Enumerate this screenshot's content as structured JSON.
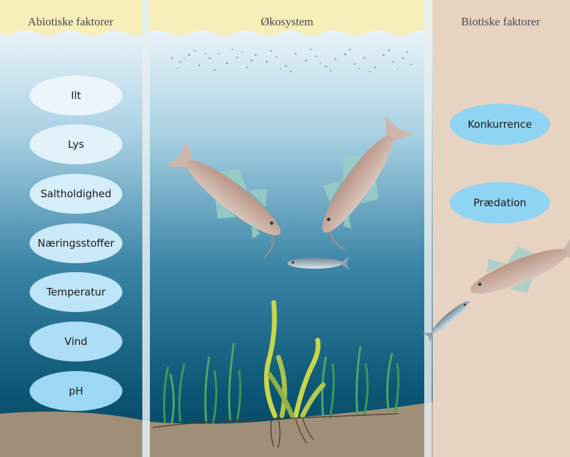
{
  "titles": {
    "abiotic": "Abiotiske faktorer",
    "ecosystem": "Økosystem",
    "biotic": "Biotiske faktorer"
  },
  "abiotic_factors": [
    {
      "label": "Ilt",
      "color": "#eaf6fc"
    },
    {
      "label": "Lys",
      "color": "#e1f2fb"
    },
    {
      "label": "Saltholdighed",
      "color": "#d6eefa"
    },
    {
      "label": "Næringsstoffer",
      "color": "#cbe9f8"
    },
    {
      "label": "Temperatur",
      "color": "#bde4f7"
    },
    {
      "label": "Vind",
      "color": "#addef5"
    },
    {
      "label": "pH",
      "color": "#9cd7f3"
    }
  ],
  "biotic_factors": [
    {
      "label": "Konkurrence"
    },
    {
      "label": "Prædation"
    }
  ],
  "colors": {
    "sand_top": "#f7efba",
    "water_light": "#e6f2f8",
    "water_dark": "#0a4d6a",
    "seabed": "#a08f78",
    "biotic_panel": "#e7d3c1",
    "divider": "#e6eef1"
  }
}
